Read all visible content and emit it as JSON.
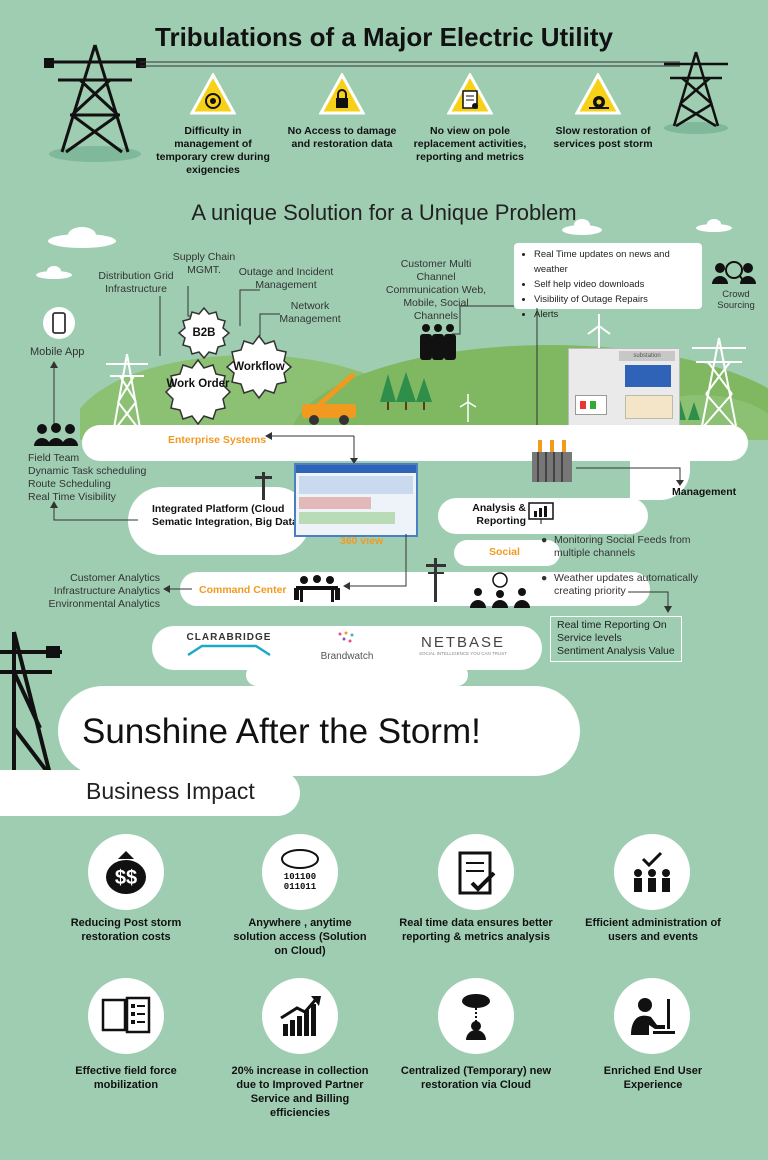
{
  "title": "Tribulations of a Major Electric Utility",
  "problems": [
    {
      "icon": "crew-icon",
      "label": "Difficulty in management of temporary crew during exigencies"
    },
    {
      "icon": "lock-icon",
      "label": "No Access to damage and restoration data"
    },
    {
      "icon": "document-icon",
      "label": "No view on pole replacement activities, reporting and metrics"
    },
    {
      "icon": "snail-icon",
      "label": "Slow restoration of services post storm"
    }
  ],
  "solution_title": "A unique Solution for a Unique Problem",
  "labels": {
    "supply_chain": "Supply Chain MGMT.",
    "distribution": "Distribution Grid Infrastructure",
    "outage": "Outage and Incident Management",
    "network": "Network Management",
    "b2b": "B2B",
    "workflow": "Workflow",
    "work_order": "Work Order",
    "mobile_app": "Mobile App",
    "customer_multi": "Customer Multi Channel Communication Web, Mobile, Social Channels",
    "crowd": "Crowd Sourcing",
    "enterprise": "Enterprise Systems",
    "field_team": "Field Team",
    "field_1": "Dynamic Task scheduling",
    "field_2": "Route Scheduling",
    "field_3": "Real Time Visibility",
    "integrated": "Integrated Platform (Cloud Sematic Integration, Big Data)",
    "view360": "360 view",
    "management": "Management",
    "analysis": "Analysis & Reporting",
    "social": "Social",
    "social_1": "Monitoring  Social Feeds from multiple channels",
    "social_2": "Weather updates automatically creating  priority",
    "command": "Command Center",
    "cust_analytics": "Customer Analytics",
    "infra_analytics": "Infrastructure Analytics",
    "env_analytics": "Environmental Analytics",
    "realtime_box_1": "Real time Reporting On",
    "realtime_box_2": "Service levels",
    "realtime_box_3": "Sentiment Analysis Value",
    "substation": "substation"
  },
  "callout_items": [
    "Real Time updates on news and weather",
    "Self help video downloads",
    "Visibility of Outage Repairs",
    "Alerts"
  ],
  "partners": {
    "clarabridge": "CLARABRIDGE",
    "brandwatch": "Brandwatch",
    "netbase": "NETBASE",
    "netbase_tag": "SOCIAL INTELLIGENCE YOU CAN TRUST"
  },
  "sunshine": "Sunshine After the Storm!",
  "business_impact": "Business Impact",
  "impacts": [
    {
      "icon": "money-bag-icon",
      "label": "Reducing Post storm restoration costs"
    },
    {
      "icon": "cloud-binary-icon",
      "label": "Anywhere , anytime solution access (Solution on Cloud)"
    },
    {
      "icon": "clipboard-check-icon",
      "label": "Real time data ensures better reporting & metrics analysis"
    },
    {
      "icon": "users-check-icon",
      "label": "Efficient administration of users and events"
    },
    {
      "icon": "checklist-icon",
      "label": "Effective field force mobilization"
    },
    {
      "icon": "growth-chart-icon",
      "label": "20% increase in collection due to Improved Partner Service and Billing efficiencies"
    },
    {
      "icon": "cloud-user-icon",
      "label": "Centralized (Temporary) new restoration via Cloud"
    },
    {
      "icon": "computer-user-icon",
      "label": "Enriched End User Experience"
    }
  ],
  "colors": {
    "background": "#9fcdb2",
    "accent": "#f29a1f",
    "warning": "#f7d117"
  }
}
